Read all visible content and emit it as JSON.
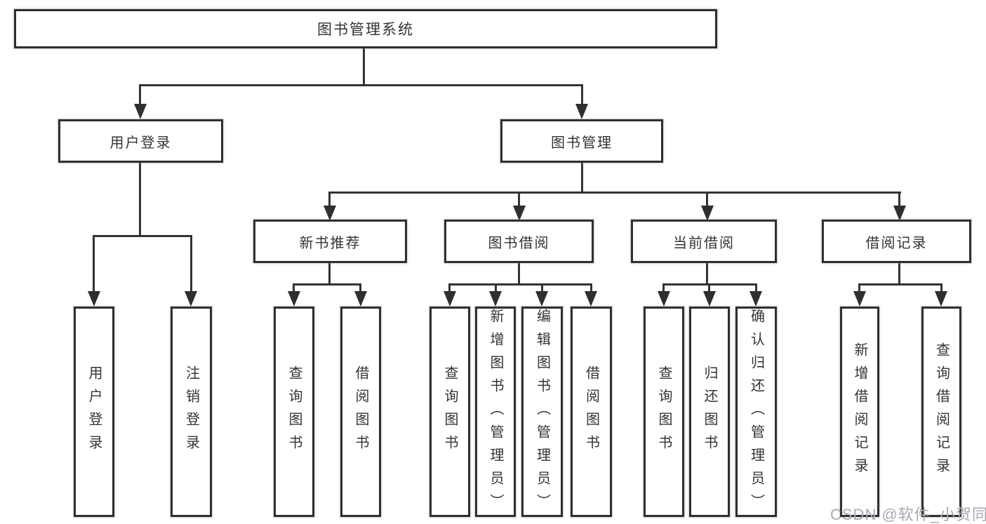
{
  "nodes": {
    "root": "图书管理系统",
    "user_login": "用户登录",
    "book_management": "图书管理",
    "new_book_recommend": "新书推荐",
    "book_borrow": "图书借阅",
    "current_borrow": "当前借阅",
    "borrow_records": "借阅记录"
  },
  "leaves": {
    "user_login": "用户登录",
    "logout": "注销登录",
    "rec_query_books": "查询图书",
    "rec_borrow_books": "借阅图书",
    "bor_query_books": "查询图书",
    "bor_add_books_admin": "新增图书（管理员）",
    "bor_edit_books_admin": "编辑图书（管理员）",
    "bor_borrow_books": "借阅图书",
    "cur_query_books": "查询图书",
    "cur_return_books": "归还图书",
    "cur_confirm_return_admin": "确认归还（管理员）",
    "rec_add_borrow_record": "新增借阅记录",
    "rec_query_borrow_record": "查询借阅记录"
  },
  "watermark": "CSDN @软件_小贺同学",
  "colors": {
    "border": "#2f2f2f",
    "line": "#333333",
    "text": "#333333",
    "background": "#ffffff",
    "watermark": "#a8aab2"
  }
}
